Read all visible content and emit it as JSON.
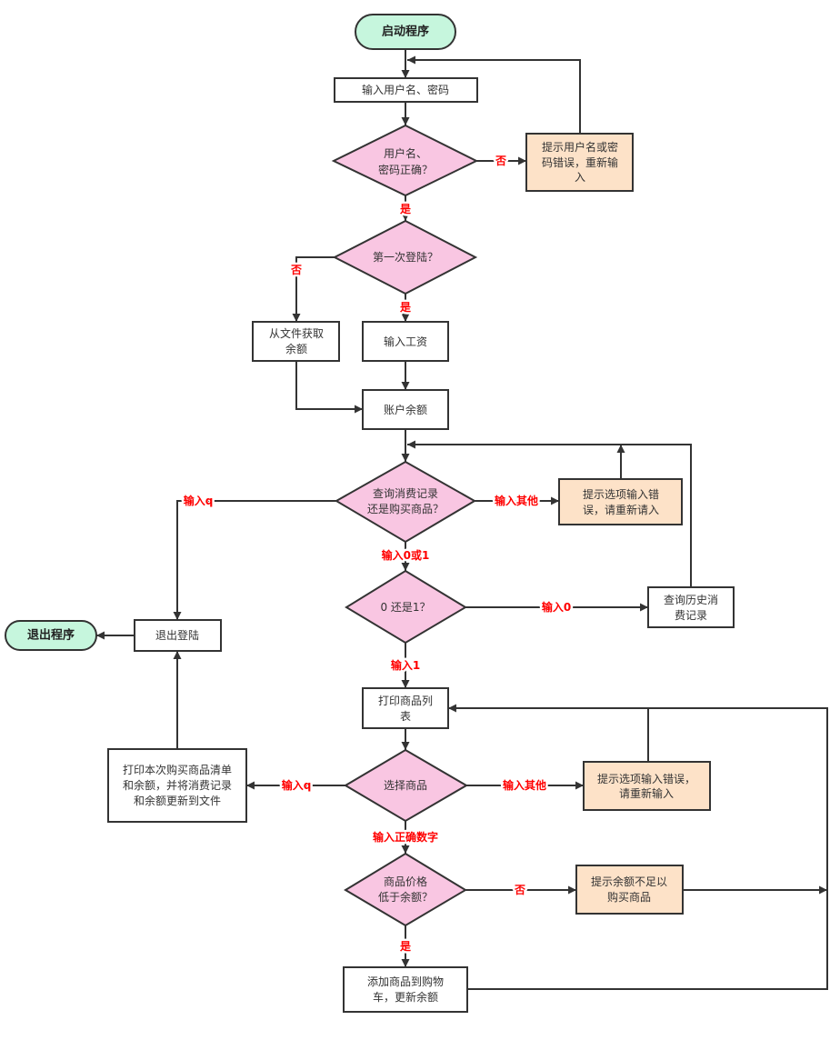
{
  "colors": {
    "terminal_fill": "#c6f6dd",
    "decision_fill": "#f9c6e2",
    "warning_fill": "#fde2c8",
    "process_fill": "#ffffff",
    "stroke": "#333333",
    "edge_label": "#ff0000"
  },
  "nodes": {
    "start": {
      "type": "terminal",
      "lines": [
        "启动程序"
      ]
    },
    "input_credentials": {
      "type": "process",
      "lines": [
        "输入用户名、密码"
      ]
    },
    "check_credentials": {
      "type": "decision",
      "lines": [
        "用户名、",
        "密码正确？"
      ]
    },
    "credentials_error": {
      "type": "warning",
      "lines": [
        "提示用户名或密",
        "码错误，重新输",
        "入"
      ]
    },
    "first_login": {
      "type": "decision",
      "lines": [
        "第一次登陆？"
      ]
    },
    "load_balance": {
      "type": "process",
      "lines": [
        "从文件获取",
        "余额"
      ]
    },
    "input_salary": {
      "type": "process",
      "lines": [
        "输入工资"
      ]
    },
    "account_balance": {
      "type": "process",
      "lines": [
        "账户余额"
      ]
    },
    "choose_action": {
      "type": "decision",
      "lines": [
        "查询消费记录",
        "还是购买商品？"
      ]
    },
    "action_error": {
      "type": "warning",
      "lines": [
        "提示选项输入错",
        "误，请重新请入"
      ]
    },
    "zero_or_one": {
      "type": "decision",
      "lines": [
        "0  还是1？"
      ]
    },
    "view_history": {
      "type": "process",
      "lines": [
        "查询历史消",
        "费记录"
      ]
    },
    "print_products": {
      "type": "process",
      "lines": [
        "打印商品列",
        "表"
      ]
    },
    "select_product": {
      "type": "decision",
      "lines": [
        "选择商品"
      ]
    },
    "select_error": {
      "type": "warning",
      "lines": [
        "提示选项输入错误，",
        "请重新输入"
      ]
    },
    "print_receipt": {
      "type": "process",
      "lines": [
        "打印本次购买商品清单",
        "和余额，并将消费记录",
        "和余额更新到文件"
      ]
    },
    "logout": {
      "type": "process",
      "lines": [
        "退出登陆"
      ]
    },
    "exit": {
      "type": "terminal",
      "lines": [
        "退出程序"
      ]
    },
    "check_price": {
      "type": "decision",
      "lines": [
        "商品价格",
        "低于余额？"
      ]
    },
    "insufficient_balance": {
      "type": "warning",
      "lines": [
        "提示余额不足以",
        "购买商品"
      ]
    },
    "add_to_cart": {
      "type": "process",
      "lines": [
        "添加商品到购物",
        "车，更新余额"
      ]
    }
  },
  "edge_labels": {
    "credentials_no": "否",
    "credentials_yes": "是",
    "first_login_no": "否",
    "first_login_yes": "是",
    "action_quit": "输入q",
    "action_other": "输入其他",
    "action_zero_or_one": "输入0或1",
    "choice_zero": "输入0",
    "choice_one": "输入1",
    "select_quit": "输入q",
    "select_other": "输入其他",
    "select_valid": "输入正确数字",
    "price_no": "否",
    "price_yes": "是"
  }
}
